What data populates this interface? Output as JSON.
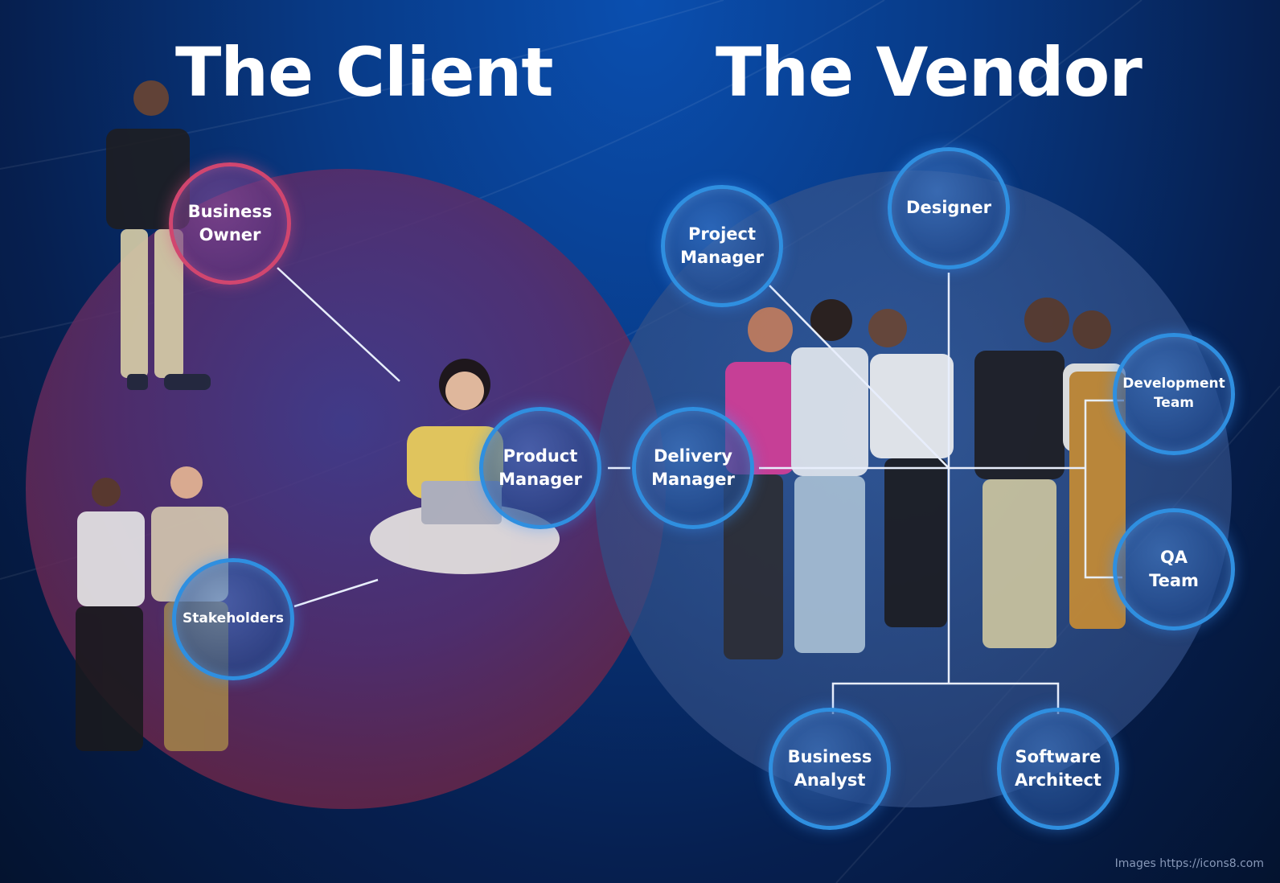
{
  "titles": {
    "client": "The Client",
    "vendor": "The Vendor"
  },
  "nodes": {
    "business_owner": "Business\nOwner",
    "product_manager": "Product\nManager",
    "stakeholders": "Stakeholders",
    "delivery_manager": "Delivery\nManager",
    "project_manager": "Project\nManager",
    "designer": "Designer",
    "development_team": "Development\nTeam",
    "qa_team": "QA\nTeam",
    "business_analyst": "Business\nAnalyst",
    "software_architect": "Software\nArchitect"
  },
  "credit": "Images https://icons8.com",
  "colors": {
    "client_accent": "#d1466f",
    "vendor_accent": "#2f8fe0",
    "client_circle": "#7a3a7a",
    "vendor_circle": "#4a6fa8"
  }
}
